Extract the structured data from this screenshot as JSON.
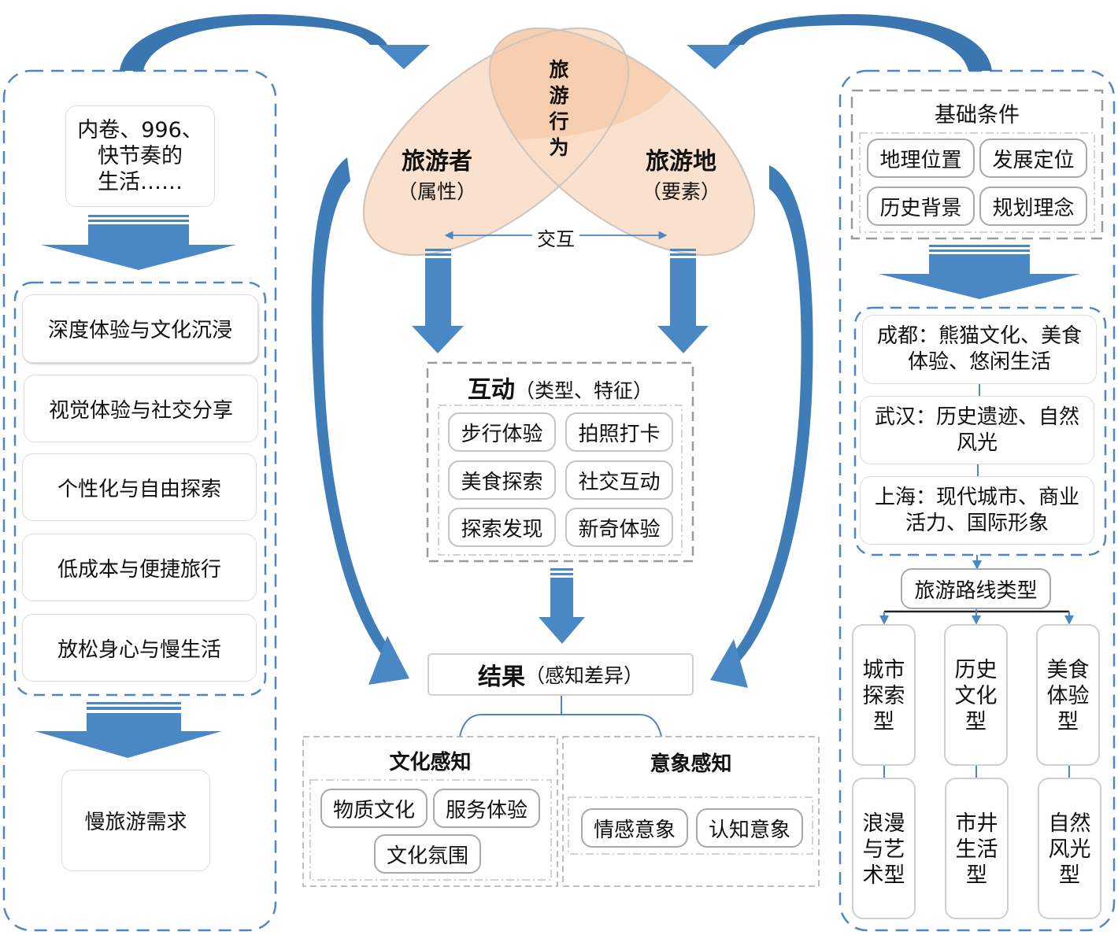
{
  "colors": {
    "arrow_blue": "#4a87c5",
    "arrow_dark": "#336fa6",
    "ellipse_fill": "#f9dcc4",
    "ellipse_overlap": "#f5c8a5",
    "dashed_blue": "#4d88c4",
    "dashed_gray": "#9a9a9a"
  },
  "left_panel": {
    "pressure_text": "内卷、996、\n快节奏的\n生活……",
    "motivations": [
      "深度体验与文化沉浸",
      "视觉体验与社交分享",
      "个性化与自由探索",
      "低成本与便捷旅行",
      "放松身心与慢生活"
    ],
    "demand": "慢旅游需求"
  },
  "center": {
    "venn": {
      "tourist_title": "旅游者",
      "tourist_sub": "（属性）",
      "destination_title": "旅游地",
      "destination_sub": "（要素）",
      "behavior_title": "旅\n游\n行\n为",
      "interaction_label": "交互"
    },
    "interaction_box": {
      "title": "互动",
      "subtitle": "（类型、特征）",
      "items": [
        "步行体验",
        "拍照打卡",
        "美食探索",
        "社交互动",
        "探索发现",
        "新奇体验"
      ]
    },
    "result_box": {
      "title": "结果",
      "subtitle": "（感知差异）"
    },
    "cultural_perception": {
      "title": "文化感知",
      "items": [
        "物质文化",
        "服务体验",
        "文化氛围"
      ]
    },
    "image_perception": {
      "title": "意象感知",
      "items": [
        "情感意象",
        "认知意象"
      ]
    }
  },
  "right_panel": {
    "foundation": {
      "title": "基础条件",
      "items": [
        "地理位置",
        "发展定位",
        "历史背景",
        "规划理念"
      ]
    },
    "cities": [
      "成都：熊猫文化、美食\n体验、悠闲生活",
      "武汉：历史遗迹、自然\n风光",
      "上海：现代城市、商业\n活力、国际形象"
    ],
    "route_types_title": "旅游路线类型",
    "route_types_top": [
      "城市\n探索\n型",
      "历史\n文化\n型",
      "美食\n体验\n型"
    ],
    "route_types_bottom": [
      "浪漫\n与艺\n术型",
      "市井\n生活\n型",
      "自然\n风光\n型"
    ]
  }
}
